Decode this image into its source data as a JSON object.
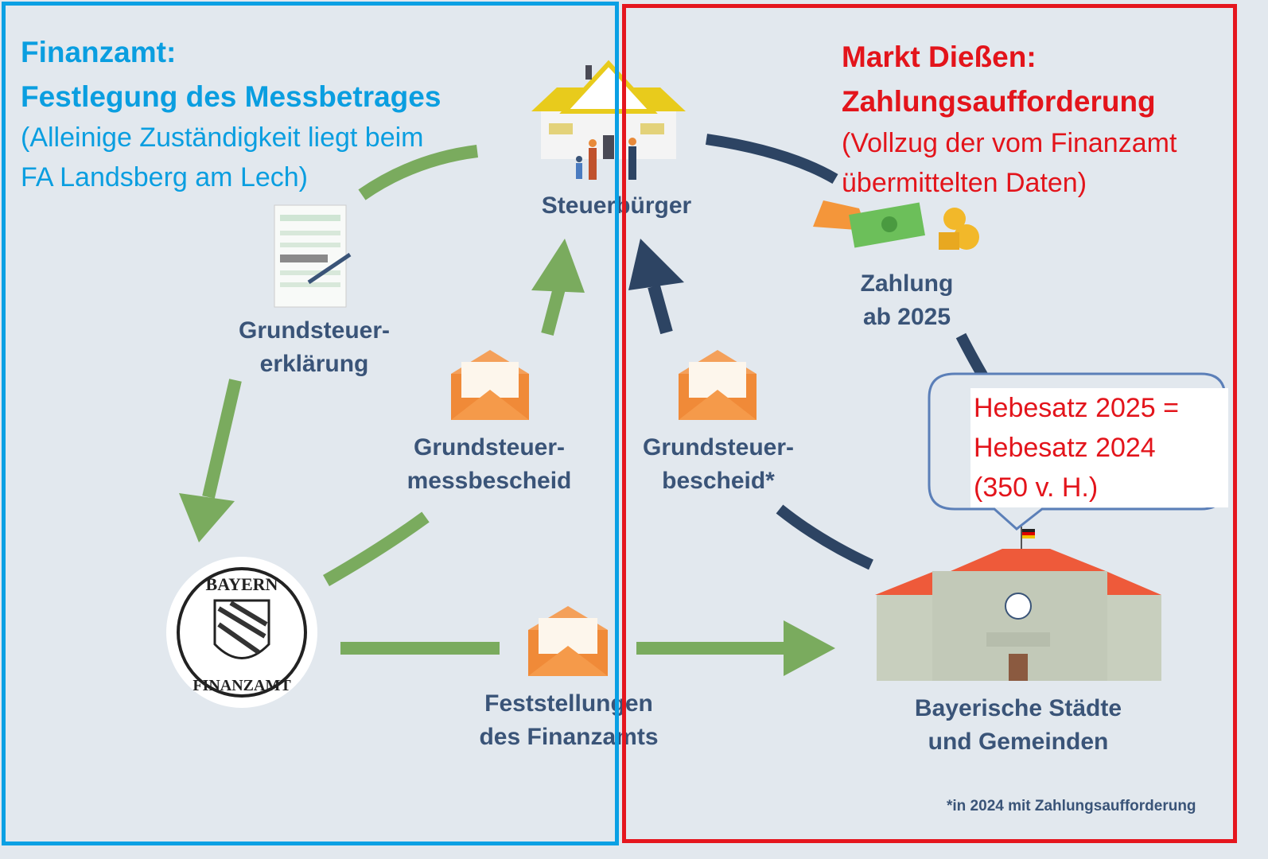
{
  "left_panel": {
    "title": "Finanzamt:",
    "subtitle": "Festlegung des Messbetrages",
    "note_line1": "(Alleinige Zuständigkeit liegt beim",
    "note_line2": "FA Landsberg am Lech)"
  },
  "right_panel": {
    "title": "Markt Dießen:",
    "subtitle": "Zahlungsaufforderung",
    "note_line1": "(Vollzug der vom Finanzamt",
    "note_line2": "übermittelten Daten)"
  },
  "nodes": {
    "steuerbuerger": "Steuerbürger",
    "erklaerung_1": "Grundsteuer-",
    "erklaerung_2": "erklärung",
    "messbescheid_1": "Grundsteuer-",
    "messbescheid_2": "messbescheid",
    "bescheid_1": "Grundsteuer-",
    "bescheid_2": "bescheid*",
    "zahlung_1": "Zahlung",
    "zahlung_2": "ab 2025",
    "feststellungen_1": "Feststellungen",
    "feststellungen_2": "des Finanzamts",
    "gemeinden_1": "Bayerische Städte",
    "gemeinden_2": "und Gemeinden"
  },
  "seal": {
    "top": "BAYERN",
    "bottom": "FINANZAMT"
  },
  "callout": {
    "line1": "Hebesatz 2025 =",
    "line2": "Hebesatz 2024",
    "line3": "(350 v. H.)"
  },
  "footnote": "*in 2024 mit Zahlungsaufforderung",
  "colors": {
    "blue": "#0aa0e4",
    "red": "#e5161e",
    "green": "#7aab5e",
    "navy": "#2d4463",
    "label": "#3a5478"
  }
}
